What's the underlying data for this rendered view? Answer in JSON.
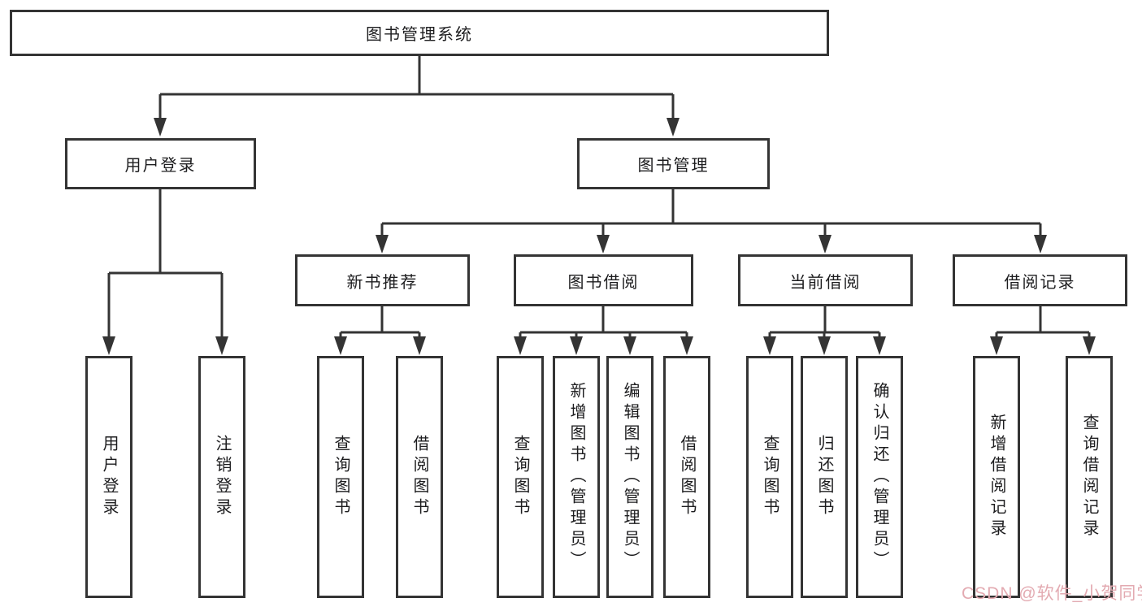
{
  "tree": {
    "label": "图书管理系统",
    "children": [
      {
        "label": "用户登录",
        "children": [
          {
            "label": "用户登录"
          },
          {
            "label": "注销登录"
          }
        ]
      },
      {
        "label": "图书管理",
        "children": [
          {
            "label": "新书推荐",
            "children": [
              {
                "label": "查询图书"
              },
              {
                "label": "借阅图书"
              }
            ]
          },
          {
            "label": "图书借阅",
            "children": [
              {
                "label": "查询图书"
              },
              {
                "label": "新增图书（管理员）"
              },
              {
                "label": "编辑图书（管理员）"
              },
              {
                "label": "借阅图书"
              }
            ]
          },
          {
            "label": "当前借阅",
            "children": [
              {
                "label": "查询图书"
              },
              {
                "label": "归还图书"
              },
              {
                "label": "确认归还（管理员）"
              }
            ]
          },
          {
            "label": "借阅记录",
            "children": [
              {
                "label": "新增借阅记录"
              },
              {
                "label": "查询借阅记录"
              }
            ]
          }
        ]
      }
    ]
  },
  "watermark": {
    "text": "CSDN @软件_小贺同学",
    "color": "#e3aab1"
  },
  "colors": {
    "line": "#343434",
    "box_border": "#343434",
    "text": "#1d1d1f",
    "background": "#ffffff"
  }
}
